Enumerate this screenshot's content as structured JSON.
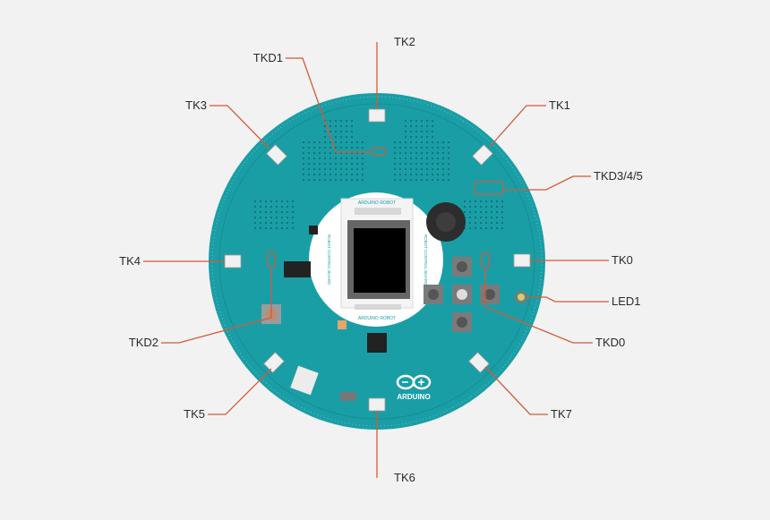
{
  "board": {
    "brand": "ARDUINO",
    "silk_top": "ARDUINO ROBOT",
    "silk_bottom": "ARDUINO ROBOT",
    "silk_side_left": "ROBOT CONTROL BOARD",
    "silk_side_right": "ROBOT CONTROL BOARD"
  },
  "colors": {
    "background": "#f2f2f2",
    "board": "#1a9ea6",
    "board_dark": "#127d84",
    "callout_line": "#d35a3a",
    "label_text": "#2a2a2a"
  },
  "labels": {
    "tk2": "TK2",
    "tkd1": "TKD1",
    "tk3": "TK3",
    "tk1": "TK1",
    "tkd345": "TKD3/4/5",
    "tk4": "TK4",
    "tk0": "TK0",
    "led1": "LED1",
    "tkd2": "TKD2",
    "tkd0": "TKD0",
    "tk5": "TK5",
    "tk7": "TK7",
    "tk6": "TK6"
  }
}
